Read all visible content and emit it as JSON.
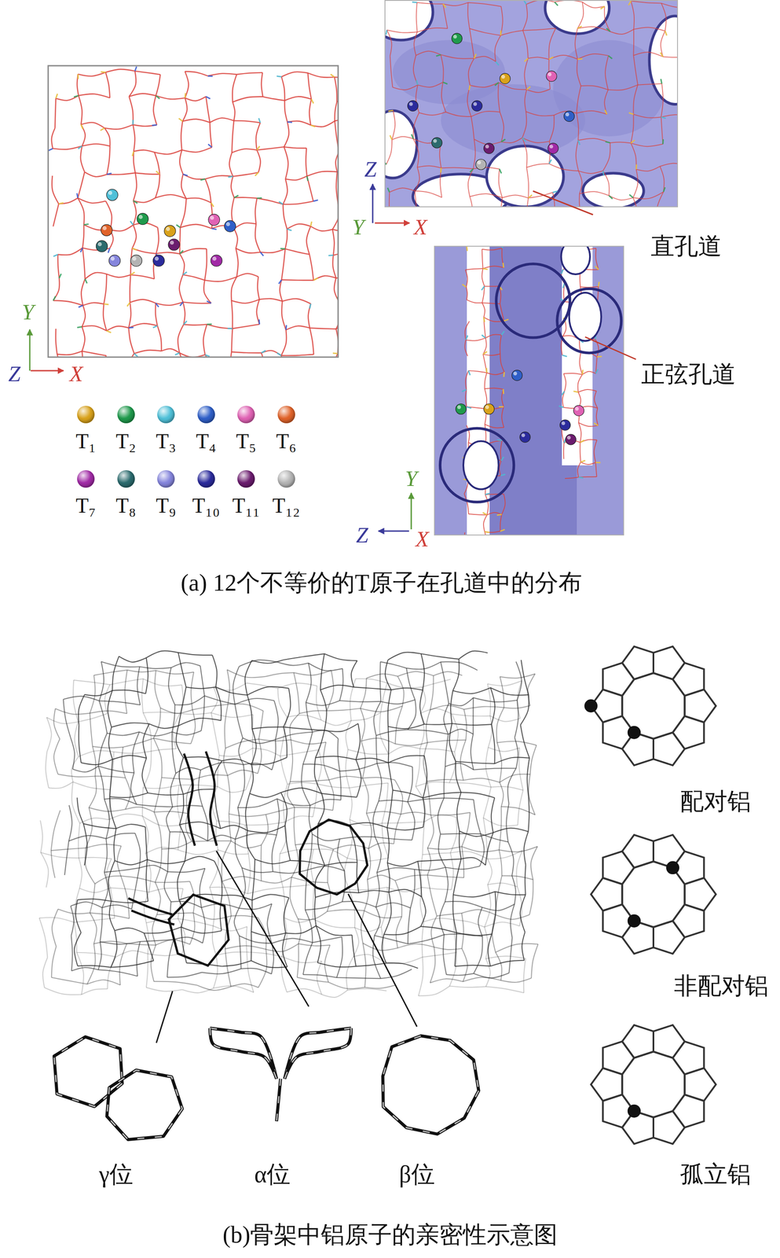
{
  "diagram": {
    "labels": [
      "Z",
      "X",
      "Y",
      "Z",
      "Y",
      "X",
      "Y",
      "Z",
      "X",
      "直孔道",
      "正弦孔道",
      "(a) 12个不等价的T原子在孔道中的分布",
      "γ位",
      "α位",
      "β位",
      "配对铝",
      "非配对铝",
      "孤立铝",
      "(b)骨架中铝原子的亲密性示意图"
    ],
    "legend": [
      {
        "text": "T₁",
        "color": "#d9a21b"
      },
      {
        "text": "T₂",
        "color": "#1f9a4c"
      },
      {
        "text": "T₃",
        "color": "#4fc0d8"
      },
      {
        "text": "T₄",
        "color": "#2f5fc8"
      },
      {
        "text": "T₅",
        "color": "#e062b4"
      },
      {
        "text": "T₆",
        "color": "#e0632a"
      },
      {
        "text": "T₇",
        "color": "#a12aa6"
      },
      {
        "text": "T₈",
        "color": "#2b6b6e"
      },
      {
        "text": "T₉",
        "color": "#8585dc"
      },
      {
        "text": "T₁₀",
        "color": "#2b2b9c"
      },
      {
        "text": "T₁₁",
        "color": "#6b1c6e"
      },
      {
        "text": "T₁₂",
        "color": "#b4b4b4"
      }
    ]
  }
}
